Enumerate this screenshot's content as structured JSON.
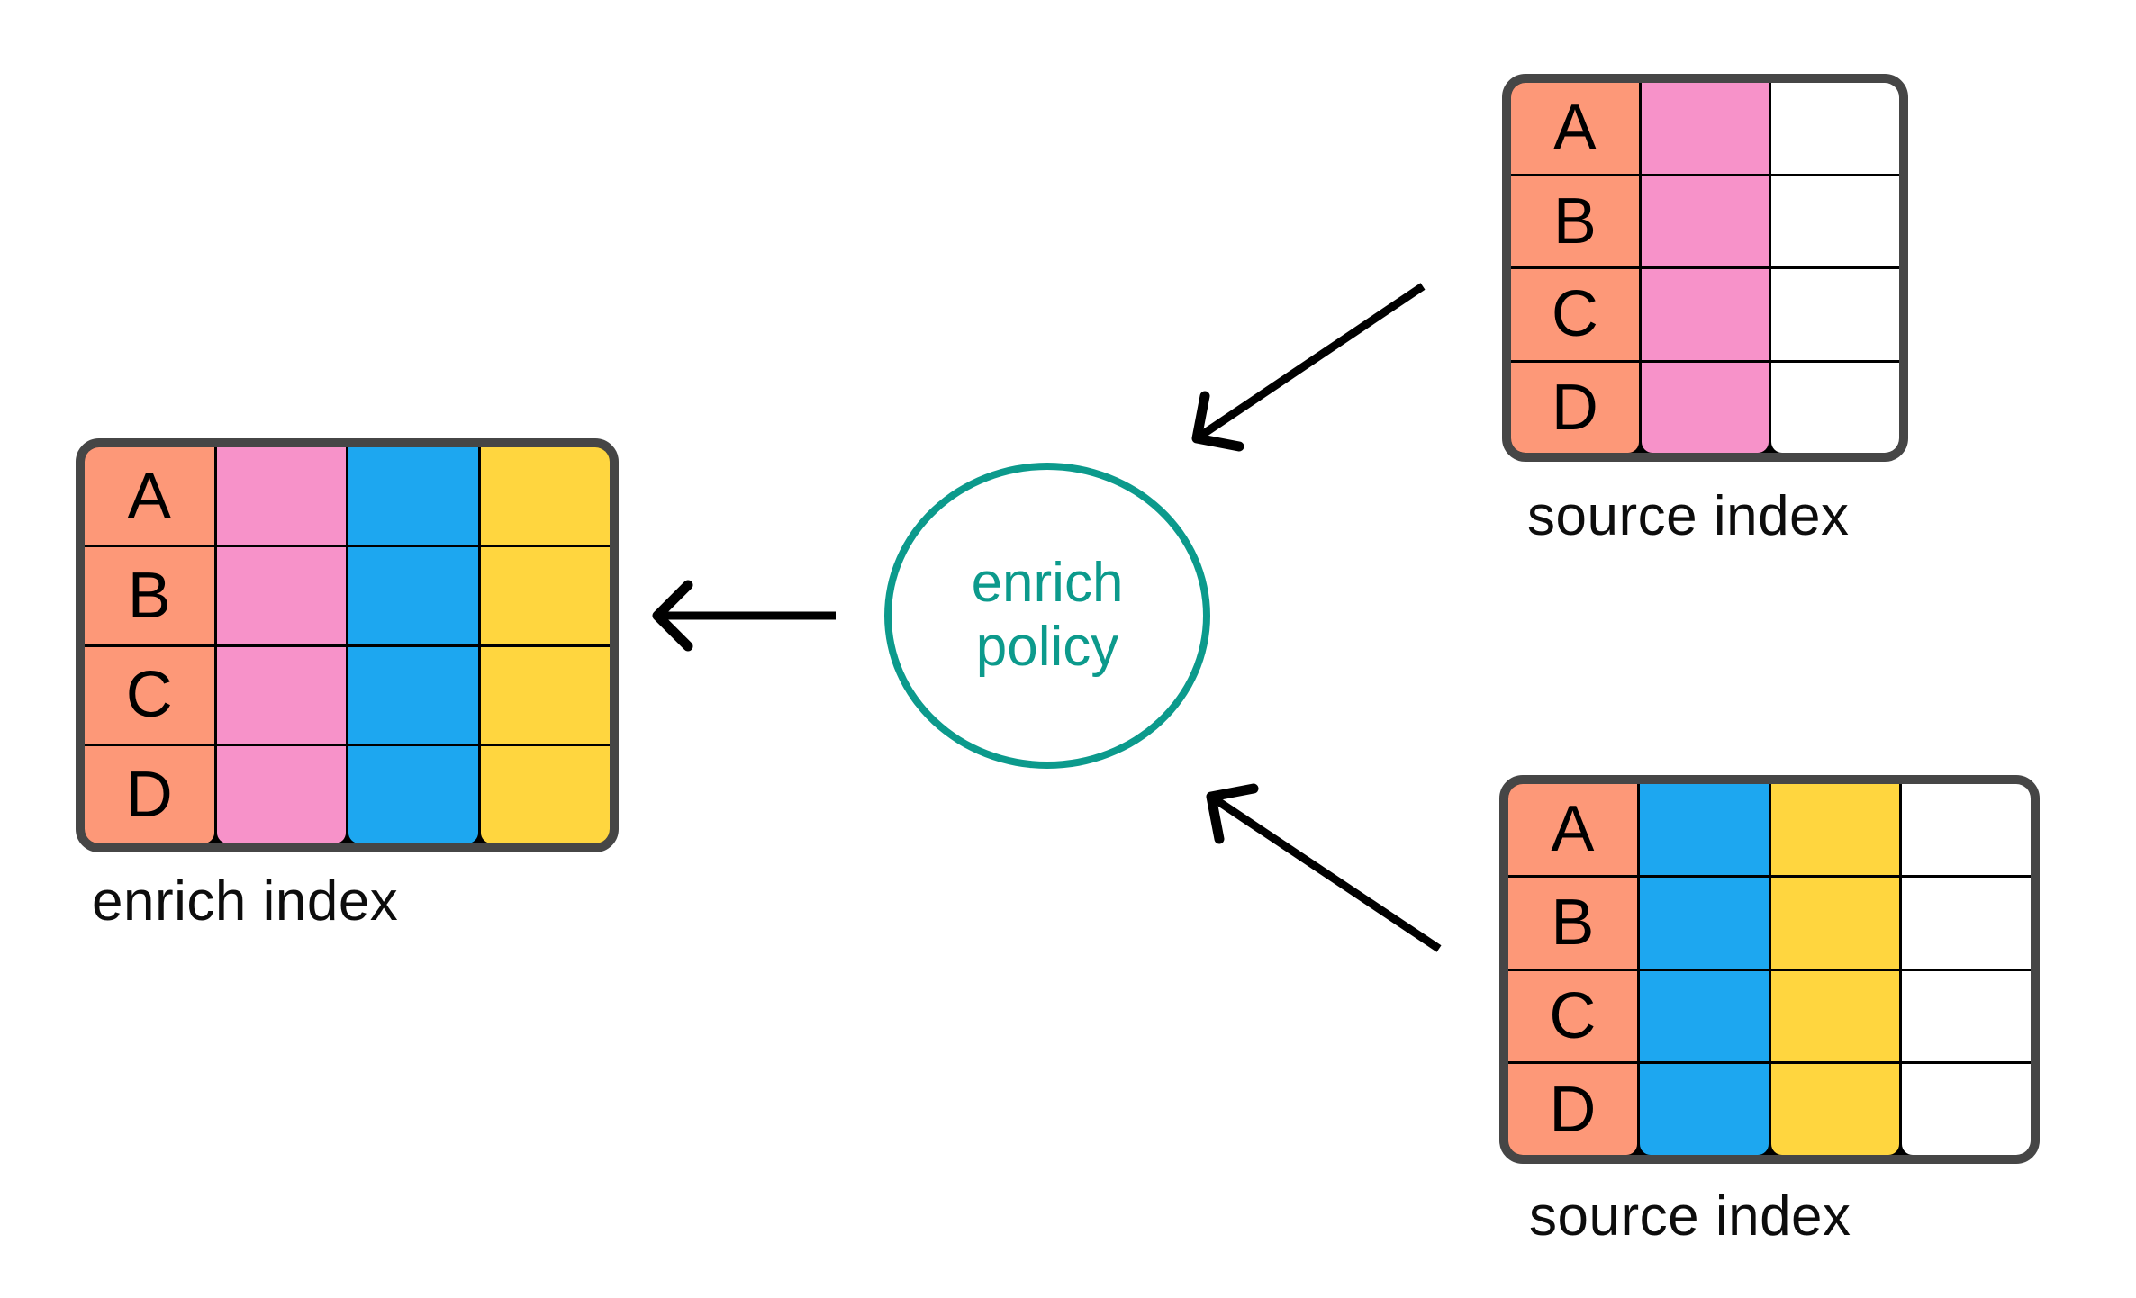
{
  "colors": {
    "salmon": "#fd9878",
    "pink": "#f792c9",
    "blue": "#1da7f0",
    "yellow": "#ffd63f",
    "white": "#ffffff",
    "teal": "#0c9a8c",
    "table_border": "#464646",
    "grid_line": "#000000",
    "arrow": "#000000",
    "label_text": "#0d0d0d"
  },
  "policy_circle": {
    "line1": "enrich",
    "line2": "policy"
  },
  "tables": {
    "enrich_index": {
      "label": "enrich index",
      "rows": [
        "A",
        "B",
        "C",
        "D"
      ],
      "columns": [
        "salmon",
        "pink",
        "blue",
        "yellow"
      ]
    },
    "source_index_top": {
      "label": "source index",
      "rows": [
        "A",
        "B",
        "C",
        "D"
      ],
      "columns": [
        "salmon",
        "pink",
        "white"
      ]
    },
    "source_index_bottom": {
      "label": "source index",
      "rows": [
        "A",
        "B",
        "C",
        "D"
      ],
      "columns": [
        "salmon",
        "blue",
        "yellow",
        "white"
      ]
    }
  }
}
